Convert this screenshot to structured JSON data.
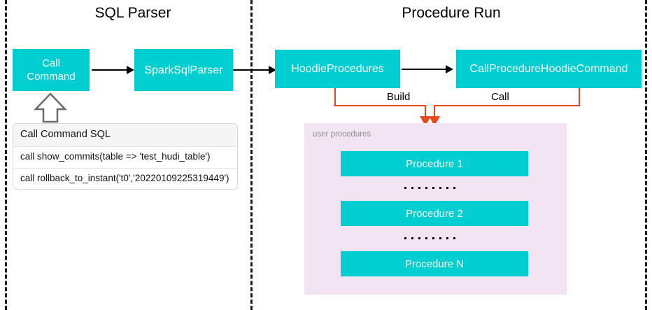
{
  "diagram": {
    "sections": [
      {
        "id": "sql-parser",
        "title": "SQL Parser"
      },
      {
        "id": "procedure-run",
        "title": "Procedure Run"
      }
    ],
    "nodes": [
      {
        "id": "call-command",
        "label": "Call\nCommand"
      },
      {
        "id": "spark-sql-parser",
        "label": "SparkSqlParser"
      },
      {
        "id": "hoodie-procedures",
        "label": "HoodieProcedures"
      },
      {
        "id": "call-procedure-hoodie-command",
        "label": "CallProcedureHoodieCommand"
      }
    ],
    "connector_labels": [
      {
        "id": "build",
        "label": "Build"
      },
      {
        "id": "call",
        "label": "Call"
      }
    ],
    "sql_card": {
      "header": "Call Command SQL",
      "rows": [
        "call show_commits(table => 'test_hudi_table')",
        "call rollback_to_instant('t0','20220109225319449')"
      ]
    },
    "procedures_panel": {
      "label": "user procedures",
      "items": [
        {
          "id": "procedure-1",
          "label": "Procedure 1"
        },
        {
          "id": "procedure-2",
          "label": "Procedure 2"
        },
        {
          "id": "procedure-n",
          "label": "Procedure N"
        }
      ]
    },
    "colors": {
      "node_fill": "#00CED1",
      "node_text": "#FFFFFF",
      "panel_fill": "#F2E4F2",
      "connector": "#E8491D",
      "arrow": "#000000",
      "divider": "#1A1A1A"
    }
  }
}
